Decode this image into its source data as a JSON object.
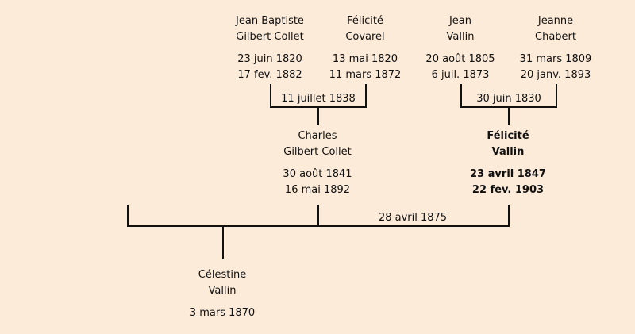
{
  "persons": {
    "jean_baptiste": {
      "name1": "Jean Baptiste",
      "name2": "Gilbert Collet",
      "birth": "23 juin 1820",
      "death": "17 fev. 1882"
    },
    "felicite_covarel": {
      "name1": "Félicité",
      "name2": "Covarel",
      "birth": "13 mai 1820",
      "death": "11 mars 1872"
    },
    "jean_vallin": {
      "name1": "Jean",
      "name2": "Vallin",
      "birth": "20 août 1805",
      "death": "6 juil. 1873"
    },
    "jeanne_chabert": {
      "name1": "Jeanne",
      "name2": "Chabert",
      "birth": "31 mars 1809",
      "death": "20 janv. 1893"
    },
    "charles": {
      "name1": "Charles",
      "name2": "Gilbert Collet",
      "birth": "30 août 1841",
      "death": "16 mai 1892"
    },
    "felicite_vallin": {
      "name1": "Félicité",
      "name2": "Vallin",
      "birth": "23 avril 1847",
      "death": "22 fev. 1903"
    },
    "celestine": {
      "name1": "Célestine",
      "name2": "Vallin",
      "birth": "3 mars 1870"
    }
  },
  "marriages": {
    "collet_covarel": "11 juillet 1838",
    "vallin_chabert": "30 juin 1830",
    "charles_felicite": "28 avril 1875"
  }
}
